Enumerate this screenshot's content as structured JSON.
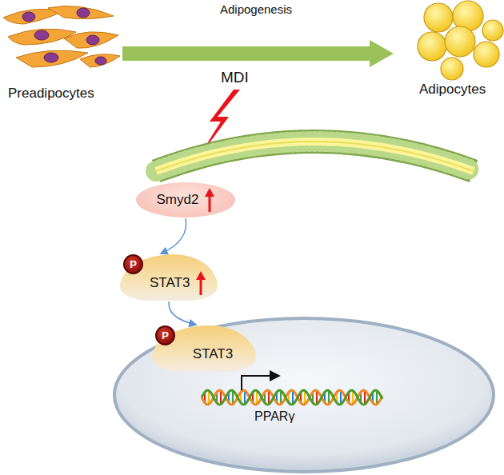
{
  "diagram": {
    "nodes": [
      {
        "text": [
          "Smyd2"
        ]
      },
      {
        "text": [
          "STAT3"
        ]
      },
      {
        "text": [
          "P"
        ],
        "in": 1
      },
      {
        "text": [
          "STAT3"
        ]
      },
      {
        "text": [
          "P"
        ],
        "in": 3
      }
    ],
    "edges": [
      {
        "from": 0,
        "to": 1,
        "arrow": "to"
      },
      {
        "from": 1,
        "to": 3,
        "arrow": "to"
      }
    ],
    "labels": [
      "Adipogenesis",
      "Preadipocytes",
      "Adipocytes",
      "MDI",
      "PPARγ"
    ]
  }
}
